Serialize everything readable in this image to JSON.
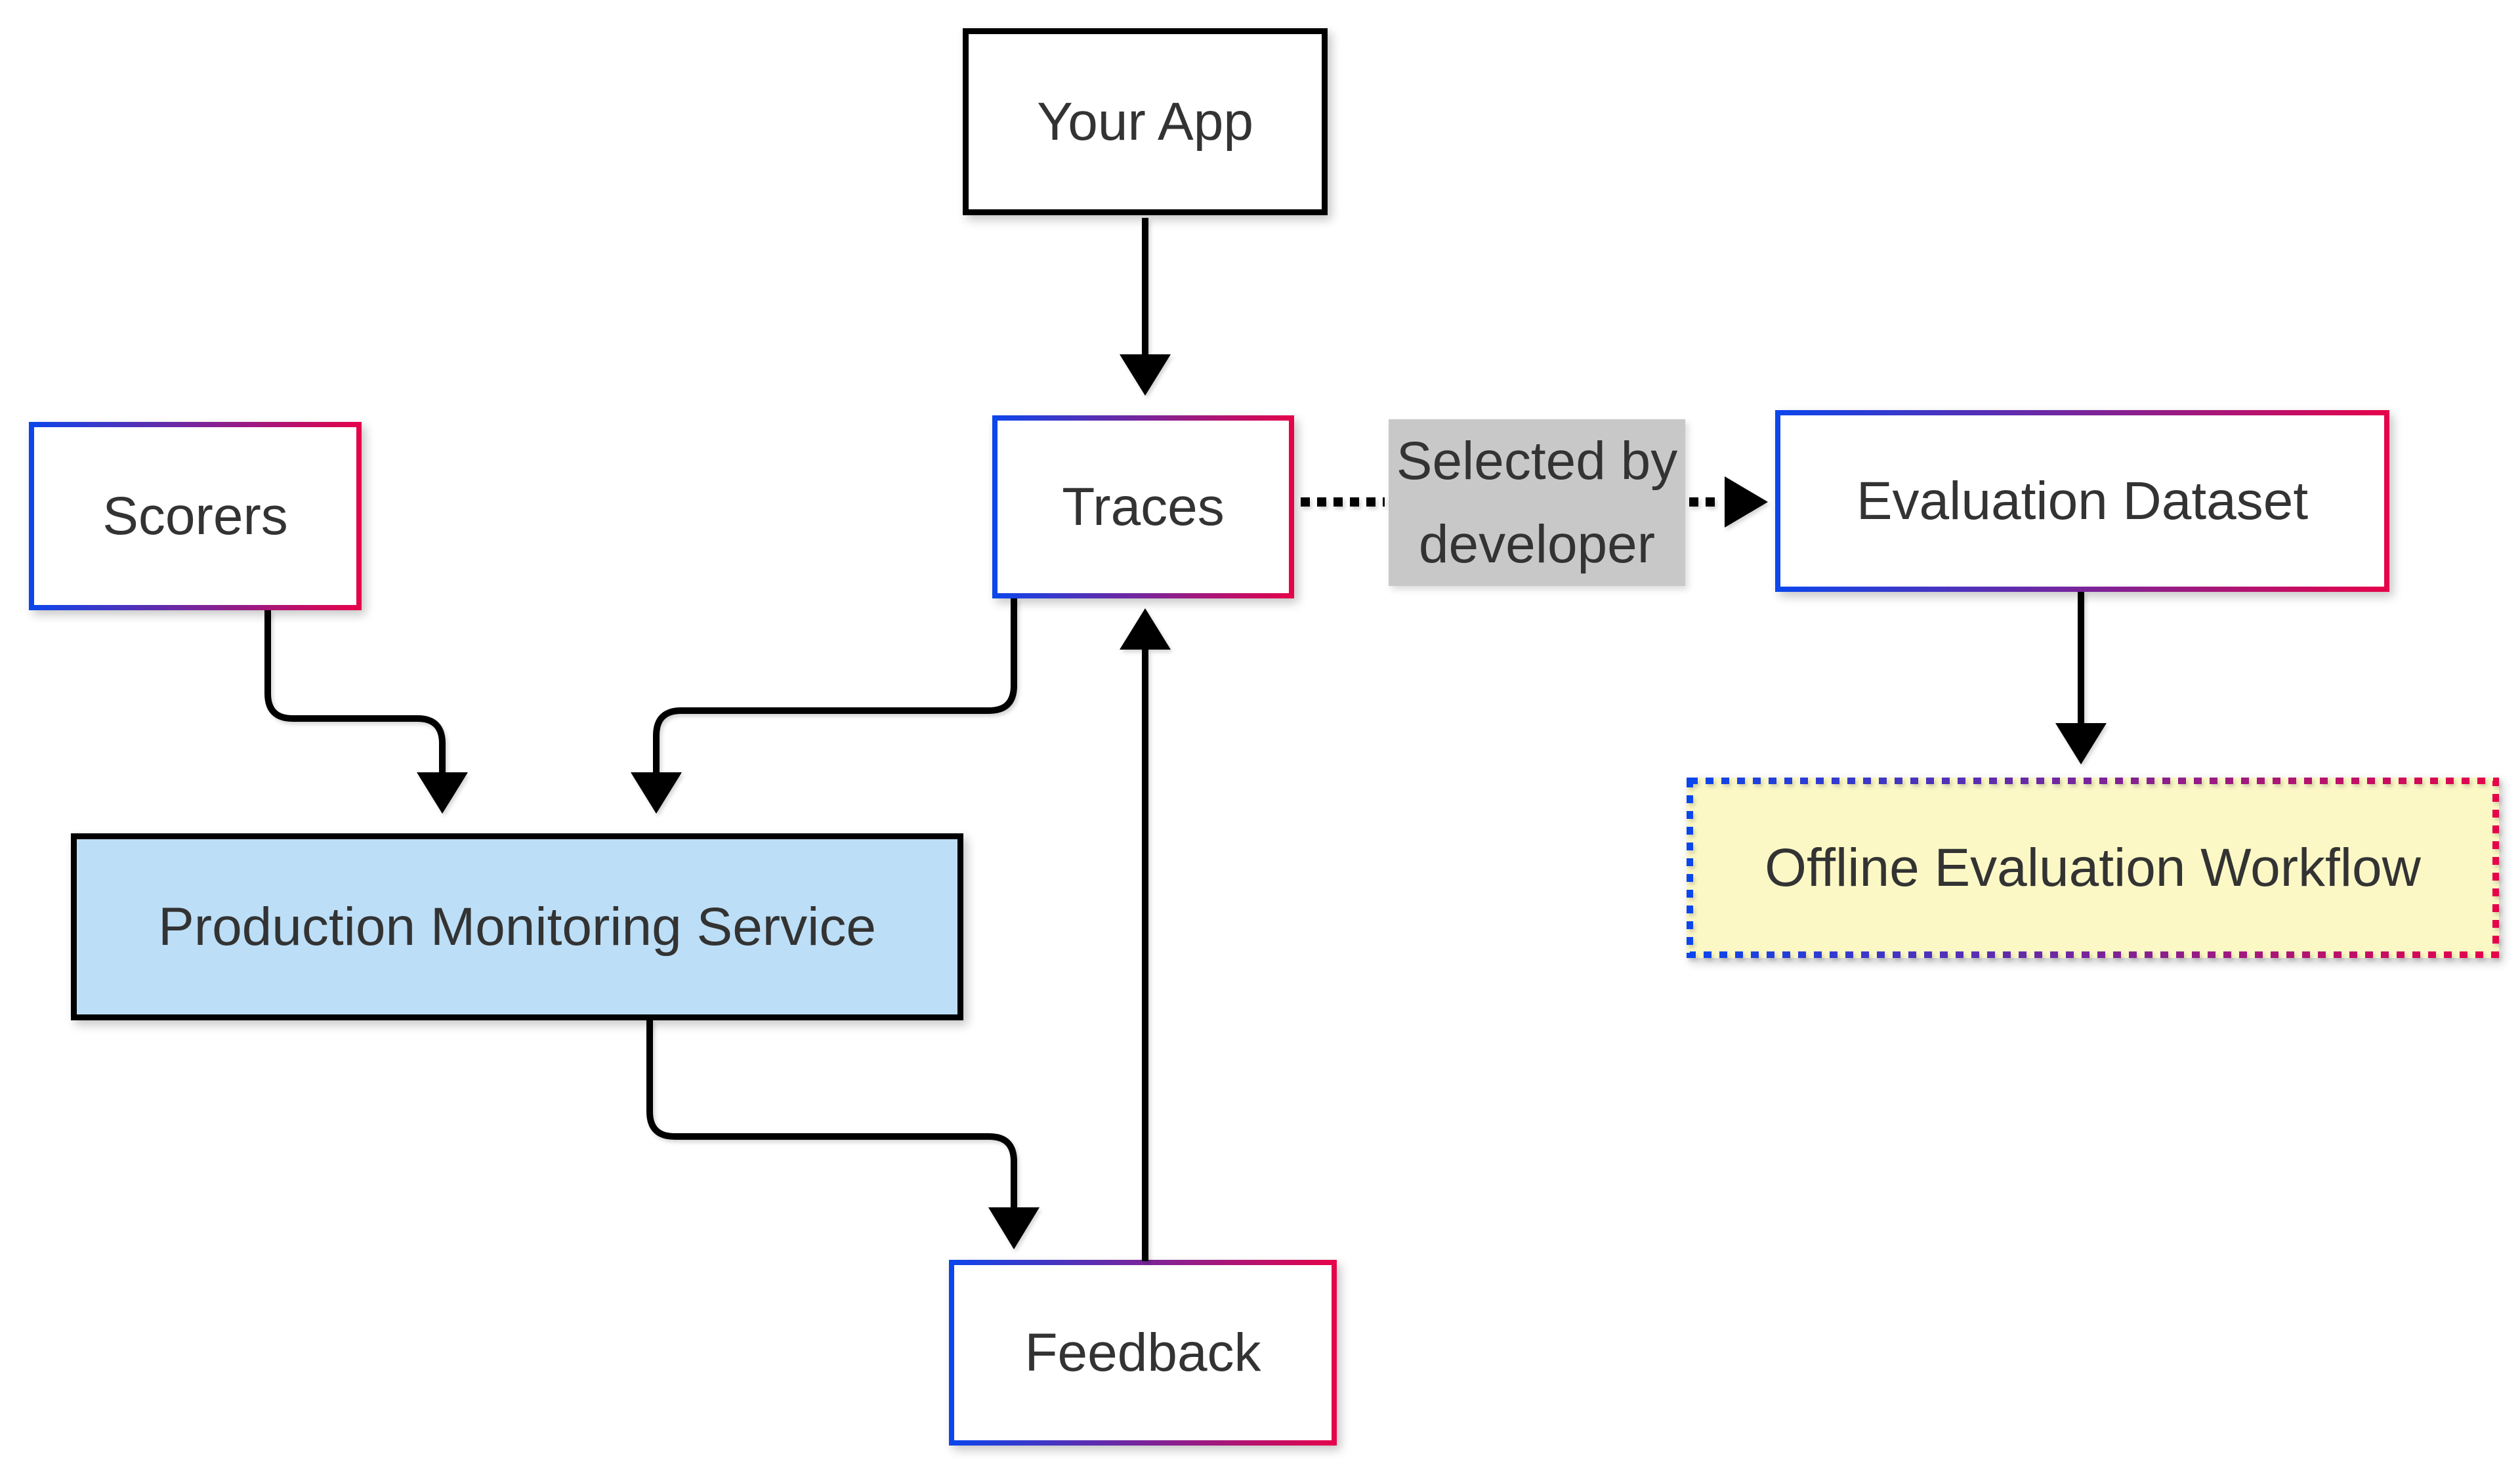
{
  "diagram": {
    "background_color": "#ffffff",
    "text_color": "#333333",
    "accent_gradient": {
      "from": "#0B46EC",
      "to": "#E6034A"
    },
    "nodes": [
      {
        "id": "your-app",
        "label": "Your App",
        "style": "black-border",
        "fill": "#ffffff"
      },
      {
        "id": "scorers",
        "label": "Scorers",
        "style": "gradient-border",
        "fill": "#ffffff"
      },
      {
        "id": "traces",
        "label": "Traces",
        "style": "gradient-border",
        "fill": "#ffffff"
      },
      {
        "id": "evaluation-dataset",
        "label": "Evaluation Dataset",
        "style": "gradient-border",
        "fill": "#ffffff"
      },
      {
        "id": "production-monitoring-service",
        "label": "Production Monitoring Service",
        "style": "black-border",
        "fill": "#BCDEF6"
      },
      {
        "id": "offline-evaluation-workflow",
        "label": "Offline Evaluation Workflow",
        "style": "gradient-dotted-border",
        "fill": "#FBF8C6"
      },
      {
        "id": "feedback",
        "label": "Feedback",
        "style": "gradient-border",
        "fill": "#ffffff"
      }
    ],
    "edge_label": {
      "text": "Selected by developer",
      "background": "#C8C8C8"
    },
    "edges": [
      {
        "from": "your-app",
        "to": "traces",
        "style": "solid-arrow"
      },
      {
        "from": "scorers",
        "to": "production-monitoring-service",
        "style": "solid-arrow"
      },
      {
        "from": "traces",
        "to": "production-monitoring-service",
        "style": "solid-arrow"
      },
      {
        "from": "production-monitoring-service",
        "to": "feedback",
        "style": "solid-arrow"
      },
      {
        "from": "feedback",
        "to": "traces",
        "style": "solid-arrow"
      },
      {
        "from": "traces",
        "to": "evaluation-dataset",
        "style": "dotted-arrow",
        "label": "Selected by developer"
      },
      {
        "from": "evaluation-dataset",
        "to": "offline-evaluation-workflow",
        "style": "solid-arrow"
      }
    ]
  }
}
